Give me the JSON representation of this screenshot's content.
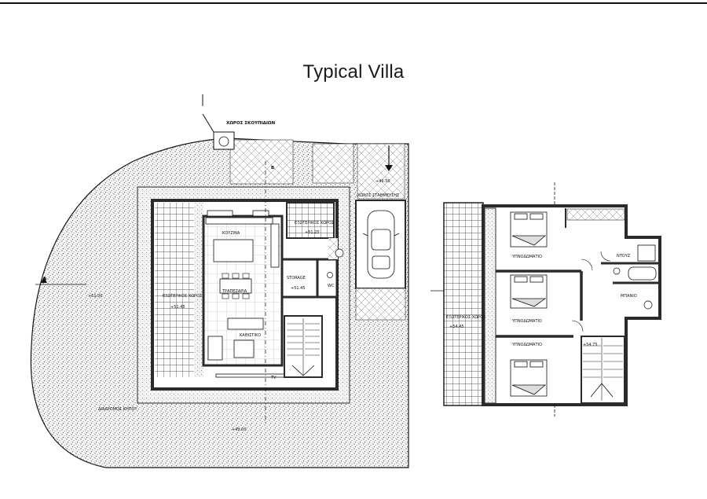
{
  "title": "Typical Villa",
  "ground_floor": {
    "labels": {
      "kitchen": "ΚΟΥΖΙΝΑ",
      "dining": "ΤΡΑΠΕΖΑΡΙΑ",
      "living": "ΚΑΘΙΣΤΙΚΟ",
      "storage": "STORAGE",
      "wc": "WC",
      "tv": "TV",
      "outdoor_top": "ΕΞΩΤΕΡΙΚΟΣ ΧΩΡΟΣ",
      "outdoor_left": "ΕΞΩΤΕΡΙΚΟΣ ΧΩΡΟΣ",
      "parking": "ΧΩΡΟΣ ΣΤΑΘΜΕΥΣΗΣ",
      "bins": "ΧΩΡΟΣ ΣΚΟΥΠΙΔΙΩΝ",
      "elev_kitchen": "+51.25",
      "elev_storage": "+51.45",
      "elev_left": "+51.45",
      "elev_plot": "+49.50",
      "elev_entry": "+51.00",
      "elev_bottom": "+49.00",
      "garden": "ΔΙΑΔΡΟΜΟΣ ΚΗΠΟΥ",
      "section_a": "A",
      "section_b": "B"
    }
  },
  "upper_floor": {
    "labels": {
      "bedroom1": "ΥΠΝΟΔΩΜΑΤΙΟ",
      "bedroom2": "ΥΠΝΟΔΩΜΑΤΙΟ",
      "bedroom3": "ΥΠΝΟΔΩΜΑΤΙΟ",
      "shower": "ΝΤΟΥΖ",
      "bath": "ΜΠΑΝΙΟ",
      "balcony": "ΕΞΩΤΕΡΙΚΟΣ ΧΩΡΟΣ",
      "elev_upper": "+54.75",
      "elev_balcony": "+54.45"
    }
  },
  "colors": {
    "wall": "#2b2b2b",
    "outline": "#111111",
    "stipple": "#6b6b6b"
  }
}
